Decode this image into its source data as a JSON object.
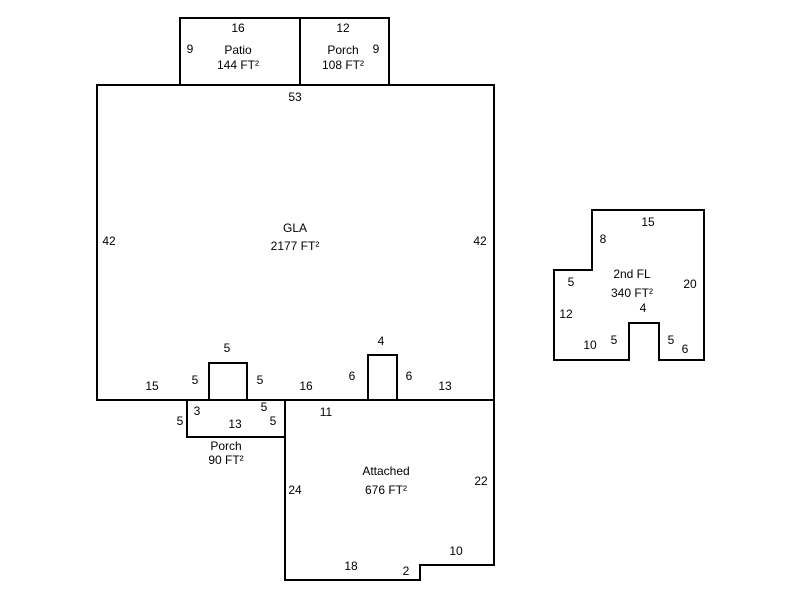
{
  "areas": [
    {
      "name": "Patio",
      "area": "144 FT²"
    },
    {
      "name": "Porch",
      "area": "108 FT²"
    },
    {
      "name": "GLA",
      "area": "2177 FT²"
    },
    {
      "name": "Porch",
      "area": "90 FT²"
    },
    {
      "name": "Attached",
      "area": "676 FT²"
    },
    {
      "name": "2nd FL",
      "area": "340 FT²"
    }
  ],
  "dimensions": [
    "16",
    "9",
    "12",
    "9",
    "53",
    "42",
    "42",
    "5",
    "15",
    "5",
    "5",
    "16",
    "6",
    "4",
    "6",
    "13",
    "3",
    "13",
    "5",
    "5",
    "5",
    "11",
    "24",
    "22",
    "18",
    "2",
    "10",
    "15",
    "8",
    "20",
    "5",
    "4",
    "12",
    "10",
    "5",
    "5",
    "6"
  ],
  "colors": {
    "line": "#000000",
    "background": "#ffffff"
  }
}
